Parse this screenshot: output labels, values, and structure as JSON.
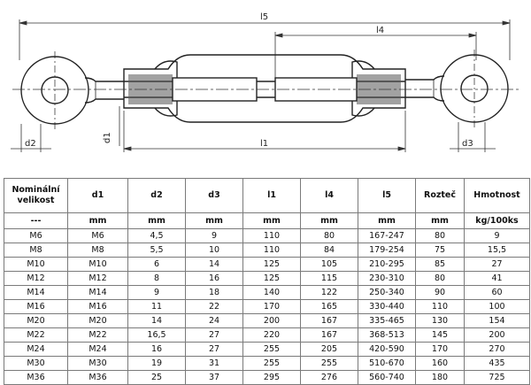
{
  "drawing": {
    "dimension_labels": {
      "l5": "l5",
      "l4": "l4",
      "l1": "l1",
      "d1": "d1",
      "d2": "d2",
      "d3": "d3"
    }
  },
  "table": {
    "headers": [
      "Nominální velikost",
      "d1",
      "d2",
      "d3",
      "l1",
      "l4",
      "l5",
      "Rozteč",
      "Hmotnost"
    ],
    "units": [
      "---",
      "mm",
      "mm",
      "mm",
      "mm",
      "mm",
      "mm",
      "mm",
      "kg/100ks"
    ],
    "rows": [
      [
        "M6",
        "M6",
        "4,5",
        "9",
        "110",
        "80",
        "167-247",
        "80",
        "9"
      ],
      [
        "M8",
        "M8",
        "5,5",
        "10",
        "110",
        "84",
        "179-254",
        "75",
        "15,5"
      ],
      [
        "M10",
        "M10",
        "6",
        "14",
        "125",
        "105",
        "210-295",
        "85",
        "27"
      ],
      [
        "M12",
        "M12",
        "8",
        "16",
        "125",
        "115",
        "230-310",
        "80",
        "41"
      ],
      [
        "M14",
        "M14",
        "9",
        "18",
        "140",
        "122",
        "250-340",
        "90",
        "60"
      ],
      [
        "M16",
        "M16",
        "11",
        "22",
        "170",
        "165",
        "330-440",
        "110",
        "100"
      ],
      [
        "M20",
        "M20",
        "14",
        "24",
        "200",
        "167",
        "335-465",
        "130",
        "154"
      ],
      [
        "M22",
        "M22",
        "16,5",
        "27",
        "220",
        "167",
        "368-513",
        "145",
        "200"
      ],
      [
        "M24",
        "M24",
        "16",
        "27",
        "255",
        "205",
        "420-590",
        "170",
        "270"
      ],
      [
        "M30",
        "M30",
        "19",
        "31",
        "255",
        "255",
        "510-670",
        "160",
        "435"
      ],
      [
        "M36",
        "M36",
        "25",
        "37",
        "295",
        "276",
        "560-740",
        "180",
        "725"
      ]
    ]
  }
}
